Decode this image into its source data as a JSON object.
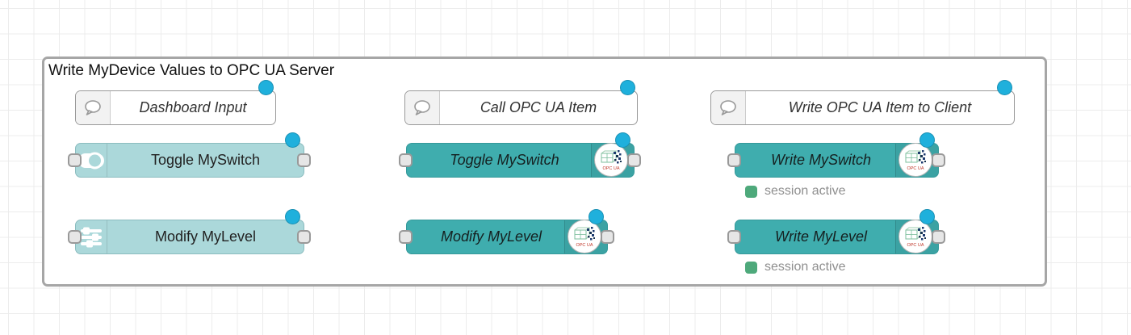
{
  "group": {
    "title": "Write MyDevice Values to OPC UA Server"
  },
  "comments": [
    {
      "label": "Dashboard Input"
    },
    {
      "label": "Call OPC UA Item"
    },
    {
      "label": "Write OPC UA Item to Client"
    }
  ],
  "nodes": [
    {
      "label": "Toggle MySwitch",
      "icon": "toggle-switch-icon"
    },
    {
      "label": "Modify MyLevel",
      "icon": "sliders-icon"
    },
    {
      "label": "Toggle MySwitch",
      "icon": "opcua-badge-icon"
    },
    {
      "label": "Modify MyLevel",
      "icon": "opcua-badge-icon"
    },
    {
      "label": "Write MySwitch",
      "icon": "opcua-badge-icon"
    },
    {
      "label": "Write MyLevel",
      "icon": "opcua-badge-icon"
    }
  ],
  "badge": {
    "label": "OPC UA"
  },
  "statuses": [
    {
      "label": "session active"
    },
    {
      "label": "session active"
    }
  ],
  "colors": {
    "node_teal": "#3fadae",
    "node_light_teal": "#abd8da",
    "wire": "#999999",
    "changed_dot": "#1fb0dc",
    "status_green": "#4ea97b",
    "group_border": "#a6a6a6"
  }
}
